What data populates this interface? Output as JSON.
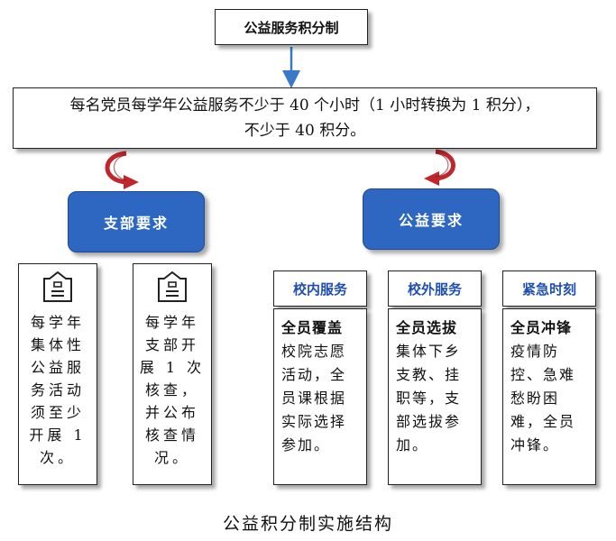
{
  "title": "公益服务积分制",
  "main_text": {
    "line1": "每名党员每学年公益服务不少于 40 个小时（1 小时转换为 1 积分），",
    "line2": "不少于 40 积分。"
  },
  "branch_left": {
    "label": "支部要求"
  },
  "branch_right": {
    "label": "公益要求"
  },
  "left_cards": [
    {
      "lines": [
        "每学年",
        "集体性",
        "公益服",
        "务活动",
        "须至少",
        "开展 1",
        "次。"
      ]
    },
    {
      "lines": [
        "每学年",
        "支部开",
        "展 1 次",
        "核查，",
        "并公布",
        "核查情",
        "况。"
      ]
    }
  ],
  "right_cards": [
    {
      "header": "校内服务",
      "bold": "全员覆盖",
      "text": "校院志愿活动，全员课根据实际选择参加。"
    },
    {
      "header": "校外服务",
      "bold": "全员选拔",
      "text": "集体下乡支教、挂职等，支部选拔参加。"
    },
    {
      "header": "紧急时刻",
      "bold": "全员冲锋",
      "text": "疫情防控、急难愁盼困难，全员冲锋。"
    }
  ],
  "caption": "公益积分制实施结构",
  "colors": {
    "blue_box": "#2e67c2",
    "header_text": "#1f4fb0",
    "arrow_blue": "#3a78c8",
    "curved_arrow_red": "#c0272d"
  },
  "icons": [
    "down-arrow-icon",
    "curved-arrow-icon",
    "badge-icon"
  ]
}
